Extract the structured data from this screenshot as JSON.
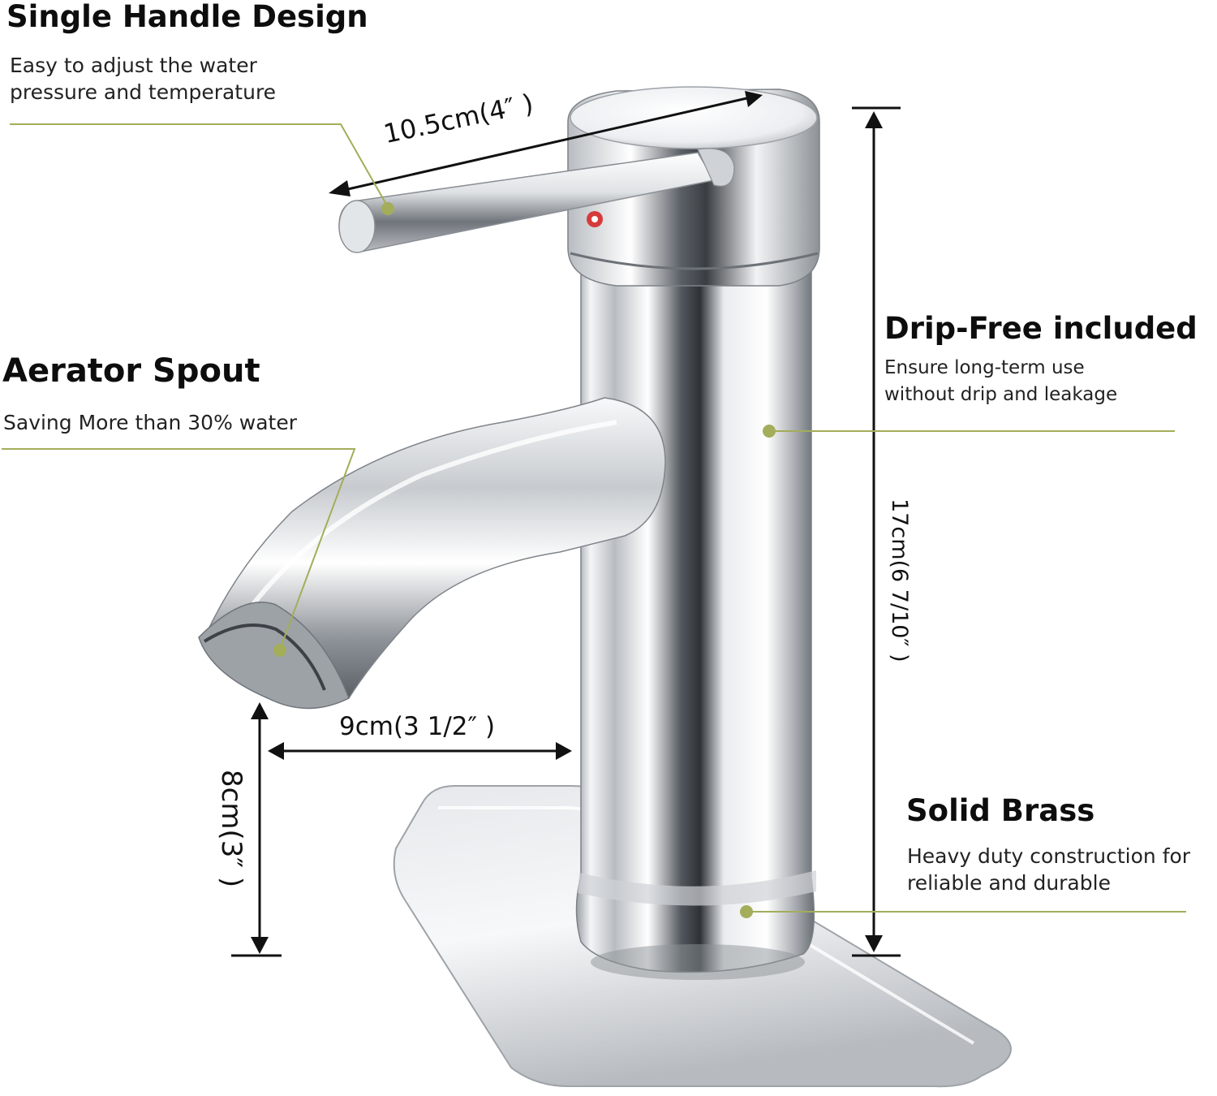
{
  "callouts": {
    "handle": {
      "title": "Single Handle Design",
      "desc": "Easy to adjust the water\npressure and temperature"
    },
    "spout": {
      "title": "Aerator Spout",
      "desc": "Saving More than 30% water"
    },
    "dripfree": {
      "title": "Drip-Free included",
      "desc": "Ensure long-term use\nwithout drip and leakage"
    },
    "brass": {
      "title": "Solid Brass",
      "desc": "Heavy duty construction for\nreliable and durable"
    }
  },
  "dimensions": {
    "handle_length": "10.5cm(4″ )",
    "spout_reach": "9cm(3  1/2″ )",
    "spout_height": "8cm(3″ )",
    "total_height": "17cm(6 7/10″ )"
  },
  "colors": {
    "leader": "#a3ad5a",
    "chrome_light": "#f7f8fa",
    "chrome_dark": "#34383d",
    "plate": "#c9ccd0"
  }
}
